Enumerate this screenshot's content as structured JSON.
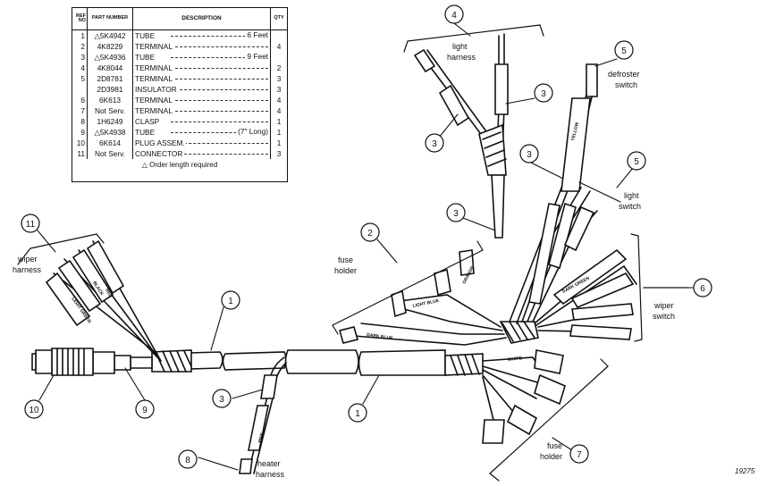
{
  "parts_table": {
    "headers": {
      "ref": "REF NO",
      "part": "PART NUMBER",
      "desc": "DESCRIPTION",
      "qty": "QTY"
    },
    "rows": [
      {
        "no": "1",
        "part": "△5K4942",
        "desc": "TUBE",
        "extra": "6 Feet",
        "qty": ""
      },
      {
        "no": "2",
        "part": "4K8229",
        "desc": "TERMINAL",
        "extra": "",
        "qty": "4"
      },
      {
        "no": "3",
        "part": "△5K4936",
        "desc": "TUBE",
        "extra": "9 Feet",
        "qty": ""
      },
      {
        "no": "4",
        "part": "4K8044",
        "desc": "TERMINAL",
        "extra": "",
        "qty": "2"
      },
      {
        "no": "5",
        "part": "2D8781",
        "desc": "TERMINAL",
        "extra": "",
        "qty": "3"
      },
      {
        "no": "",
        "part": "2D3981",
        "desc": "INSULATOR",
        "extra": "",
        "qty": "3"
      },
      {
        "no": "6",
        "part": "6K613",
        "desc": "TERMINAL",
        "extra": "",
        "qty": "4"
      },
      {
        "no": "7",
        "part": "Not Serv.",
        "desc": "TERMINAL",
        "extra": "",
        "qty": "4"
      },
      {
        "no": "8",
        "part": "1H6249",
        "desc": "CLASP",
        "extra": "",
        "qty": "1"
      },
      {
        "no": "9",
        "part": "△5K4938",
        "desc": "TUBE",
        "extra": "(7\" Long)",
        "qty": "1"
      },
      {
        "no": "10",
        "part": "6K614",
        "desc": "PLUG ASSEM.",
        "extra": "",
        "qty": "1"
      },
      {
        "no": "11",
        "part": "Not Serv.",
        "desc": "CONNECTOR",
        "extra": "",
        "qty": "3"
      }
    ],
    "note": "△ Order length required"
  },
  "labels": {
    "light_harness": [
      "light",
      "harness"
    ],
    "defroster_switch": [
      "defroster",
      "switch"
    ],
    "light_switch": [
      "light",
      "switch"
    ],
    "fuse_holder_top": [
      "fuse",
      "holder"
    ],
    "wiper_harness": [
      "wiper",
      "harness"
    ],
    "wiper_switch": [
      "wiper",
      "switch"
    ],
    "heater_harness": [
      "heater",
      "harness"
    ],
    "fuse_holder_bottom": [
      "fuse",
      "holder"
    ],
    "figure_id": "19275"
  },
  "wire_labels": [
    "ORANGE",
    "RED",
    "LIGHT GREEN",
    "BLACK",
    "DARK GREEN",
    "WHITE",
    "DARK BLUE",
    "YELLOW",
    "LIGHT BLUE",
    "PINK"
  ],
  "bubbles": [
    {
      "id": "b4",
      "num": "4"
    },
    {
      "id": "b5a",
      "num": "5"
    },
    {
      "id": "b3a",
      "num": "3"
    },
    {
      "id": "b3b",
      "num": "3"
    },
    {
      "id": "b3c",
      "num": "3"
    },
    {
      "id": "b5b",
      "num": "5"
    },
    {
      "id": "b3d",
      "num": "3"
    },
    {
      "id": "b2",
      "num": "2"
    },
    {
      "id": "b11",
      "num": "11"
    },
    {
      "id": "b1a",
      "num": "1"
    },
    {
      "id": "b6",
      "num": "6"
    },
    {
      "id": "b3e",
      "num": "3"
    },
    {
      "id": "b10",
      "num": "10"
    },
    {
      "id": "b9",
      "num": "9"
    },
    {
      "id": "b1b",
      "num": "1"
    },
    {
      "id": "b8",
      "num": "8"
    },
    {
      "id": "b7",
      "num": "7"
    }
  ]
}
